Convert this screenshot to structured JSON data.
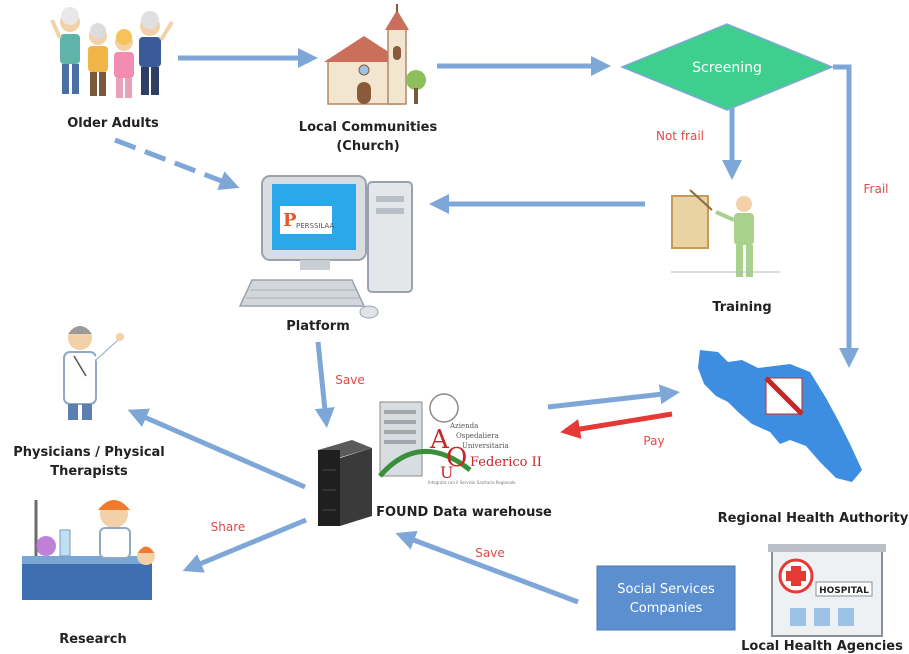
{
  "nodes": {
    "older_adults": "Older Adults",
    "local_communities_1": "Local Communities",
    "local_communities_2": "(Church)",
    "screening": "Screening",
    "training": "Training",
    "platform": "Platform",
    "physicians_1": "Physicians / Physical",
    "physicians_2": "Therapists",
    "research": "Research",
    "found_dw": "FOUND Data warehouse",
    "regional": "Regional Health Authority",
    "social_1": "Social Services",
    "social_2": "Companies",
    "local_health": "Local Health Agencies"
  },
  "edges": {
    "not_frail": "Not frail",
    "frail": "Frail",
    "save_platform": "Save",
    "save_social": "Save",
    "pay": "Pay",
    "share": "Share"
  },
  "logos": {
    "platform_screen": "PERSSILAA",
    "aou_1": "Azienda",
    "aou_2": "Ospedaliera",
    "aou_3": "Universitaria",
    "aou_4": "Federico II",
    "aou_5": "Integrata con il Servizio Sanitario Regionale",
    "hospital_sign": "HOSPITAL"
  },
  "colors": {
    "arrow_blue": "#7ea7d8",
    "arrow_red": "#e53935",
    "screening_fill": "#3ecf8e",
    "region_blue": "#3d8ee0",
    "social_box": "#5b8fd0",
    "edge_label_red": "#e24848"
  }
}
